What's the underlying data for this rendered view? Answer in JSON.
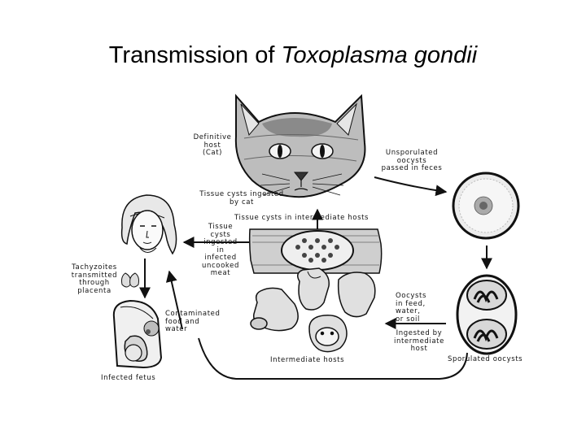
{
  "title": {
    "prefix": "Transmission of ",
    "organism": "Toxoplasma gondii"
  },
  "labels": {
    "definitive_host": "Definitive\nhost\n(Cat)",
    "unsporulated": "Unsporulated\noocysts\npassed in feces",
    "tissue_cysts_cat": "Tissue cysts ingested\nby cat",
    "tissue_cysts_intermediate": "Tissue cysts in intermediate hosts",
    "tissue_cysts_ingested": "Tissue\ncysts\ningested\nin\ninfected\nuncooked\nmeat",
    "tachyzoites": "Tachyzoites\ntransmitted\nthrough\nplacenta",
    "contaminated": "Contaminated\nfood and\nwater",
    "oocysts_feed": "Oocysts\nin feed,\nwater,\nor soil",
    "ingested_intermediate": "Ingested by\nintermediate\nhost",
    "intermediate_hosts": "Intermediate hosts",
    "sporulated": "Sporulated oocysts",
    "infected_fetus": "Infected fetus"
  }
}
